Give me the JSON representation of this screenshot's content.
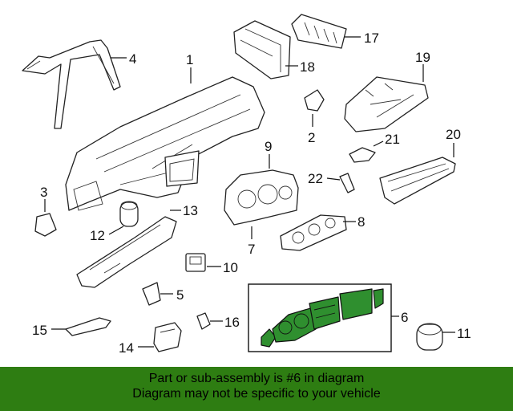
{
  "callouts": {
    "c1": "1",
    "c2": "2",
    "c3": "3",
    "c4": "4",
    "c5": "5",
    "c6": "6",
    "c7": "7",
    "c8": "8",
    "c9": "9",
    "c10": "10",
    "c11": "11",
    "c12": "12",
    "c13": "13",
    "c14": "14",
    "c15": "15",
    "c16": "16",
    "c17": "17",
    "c18": "18",
    "c19": "19",
    "c20": "20",
    "c21": "21",
    "c22": "22"
  },
  "highlighted_part": "6",
  "colors": {
    "highlight": "#2f8f2f",
    "banner": "#2e7d12"
  },
  "banner": {
    "line1": "Part or sub-assembly is #6 in diagram",
    "line2": "Diagram may not be specific to your vehicle"
  }
}
